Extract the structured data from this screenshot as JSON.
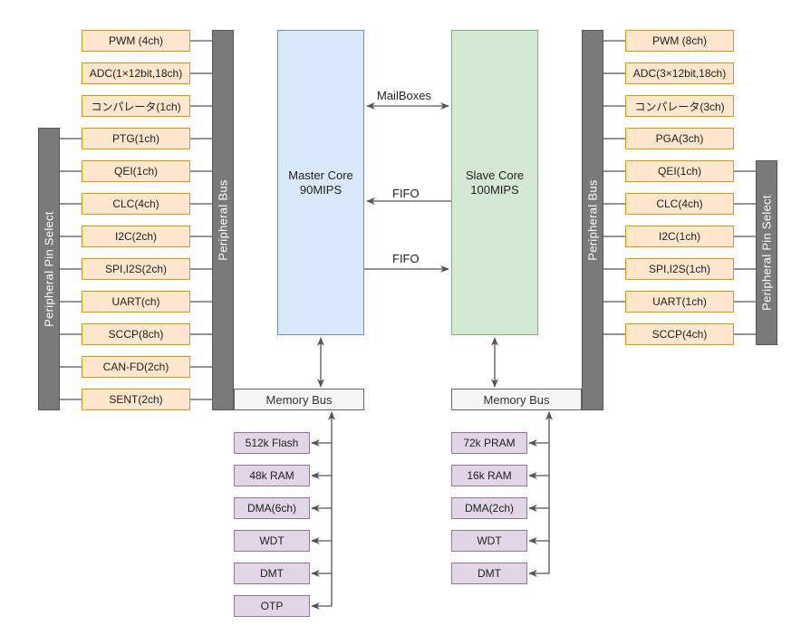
{
  "diagram": {
    "master": {
      "core_name": "Master Core",
      "core_speed": "90MIPS",
      "peripheral_bus_label": "Peripheral Bus",
      "pin_select_label": "Peripheral Pin Select",
      "memory_bus_label": "Memory Bus",
      "peripherals": [
        {
          "label": "PWM (4ch)",
          "pps": false
        },
        {
          "label": "ADC(1×12bit,18ch)",
          "pps": false
        },
        {
          "label": "コンパレータ(1ch)",
          "pps": false
        },
        {
          "label": "PTG(1ch)",
          "pps": true
        },
        {
          "label": "QEI(1ch)",
          "pps": true
        },
        {
          "label": "CLC(4ch)",
          "pps": true
        },
        {
          "label": "I2C(2ch)",
          "pps": true
        },
        {
          "label": "SPI,I2S(2ch)",
          "pps": true
        },
        {
          "label": "UART(ch)",
          "pps": true
        },
        {
          "label": "SCCP(8ch)",
          "pps": true
        },
        {
          "label": "CAN-FD(2ch)",
          "pps": true
        },
        {
          "label": "SENT(2ch)",
          "pps": true
        }
      ],
      "memory": [
        "512k Flash",
        "48k RAM",
        "DMA(6ch)",
        "WDT",
        "DMT",
        "OTP"
      ]
    },
    "slave": {
      "core_name": "Slave Core",
      "core_speed": "100MIPS",
      "peripheral_bus_label": "Peripheral Bus",
      "pin_select_label": "Peripheral Pin Select",
      "memory_bus_label": "Memory Bus",
      "peripherals": [
        {
          "label": "PWM (8ch)",
          "pps": false
        },
        {
          "label": "ADC(3×12bit,18ch)",
          "pps": false
        },
        {
          "label": "コンパレータ(3ch)",
          "pps": false
        },
        {
          "label": "PGA(3ch)",
          "pps": false
        },
        {
          "label": "QEI(1ch)",
          "pps": true
        },
        {
          "label": "CLC(4ch)",
          "pps": true
        },
        {
          "label": "I2C(1ch)",
          "pps": true
        },
        {
          "label": "SPI,I2S(1ch)",
          "pps": true
        },
        {
          "label": "UART(1ch)",
          "pps": true
        },
        {
          "label": "SCCP(4ch)",
          "pps": true
        }
      ],
      "memory": [
        "72k PRAM",
        "16k RAM",
        "DMA(2ch)",
        "WDT",
        "DMT"
      ]
    },
    "links": {
      "mailboxes": "MailBoxes",
      "fifo_slave_to_master": "FIFO",
      "fifo_master_to_slave": "FIFO"
    },
    "colors": {
      "peripheral_fill": "#ffe6cc",
      "peripheral_stroke": "#d79b00",
      "memory_fill": "#e1d5e7",
      "memory_stroke": "#9673a6",
      "master_fill": "#dae8fc",
      "master_stroke": "#6c8ebf",
      "slave_fill": "#d5e8d4",
      "slave_stroke": "#82b366",
      "bus_fill": "#7a7a7a",
      "line": "#555555"
    }
  }
}
